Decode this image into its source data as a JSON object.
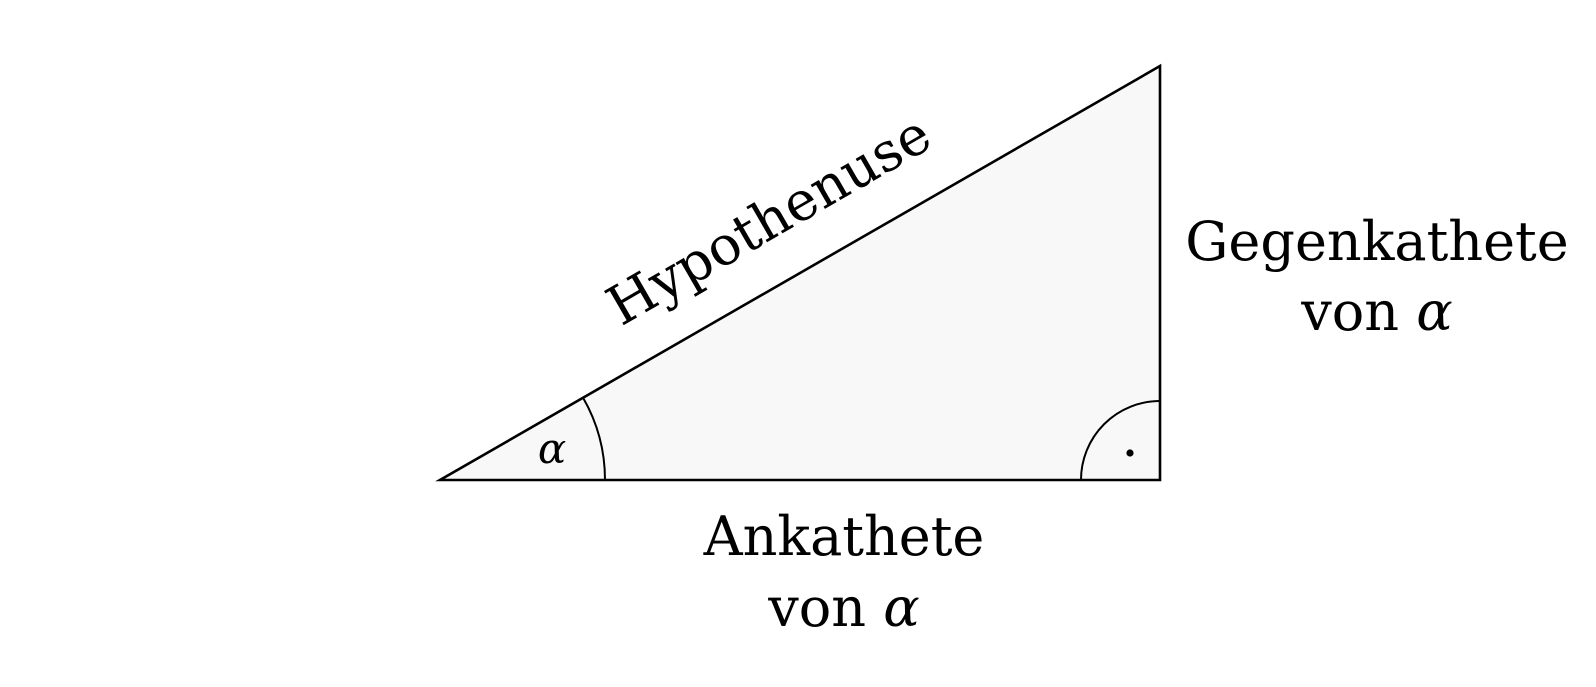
{
  "diagram": {
    "hypotenuse": "Hypothenuse",
    "adjacent": {
      "line1": "Ankathete",
      "line2_prefix": "von",
      "line2_symbol": "α"
    },
    "opposite": {
      "line1": "Gegenkathete",
      "line2_prefix": "von",
      "line2_symbol": "α"
    },
    "angle_label": "α"
  },
  "colors": {
    "stroke": "#000000",
    "fill": "#f8f8f8",
    "background": "#ffffff"
  }
}
